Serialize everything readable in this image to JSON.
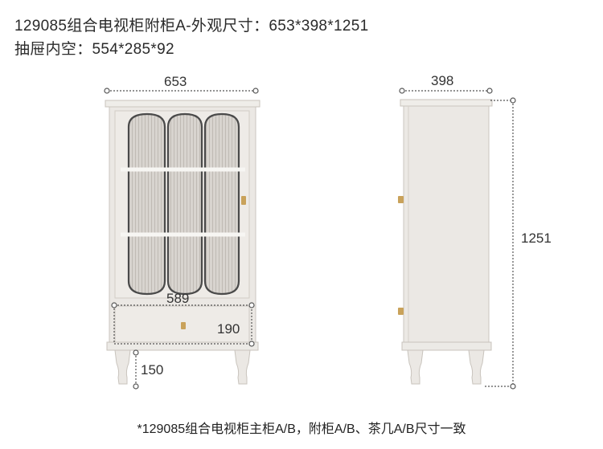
{
  "header": {
    "line1": "129085组合电视柜附柜A-外观尺寸：653*398*1251",
    "line2": "抽屉内空：554*285*92"
  },
  "dimensions": {
    "front_width": "653",
    "side_depth": "398",
    "height": "1251",
    "drawer_width": "589",
    "drawer_height": "190",
    "leg_height": "150"
  },
  "footer": {
    "note": "*129085组合电视柜主柜A/B，附柜A/B、茶几A/B尺寸一致"
  },
  "colors": {
    "cabinet_body": "#e9e6e2",
    "cabinet_edge": "#cfcac4",
    "glass": "#d6d2cd",
    "handle": "#c9a25a",
    "dim_line": "#555555"
  }
}
